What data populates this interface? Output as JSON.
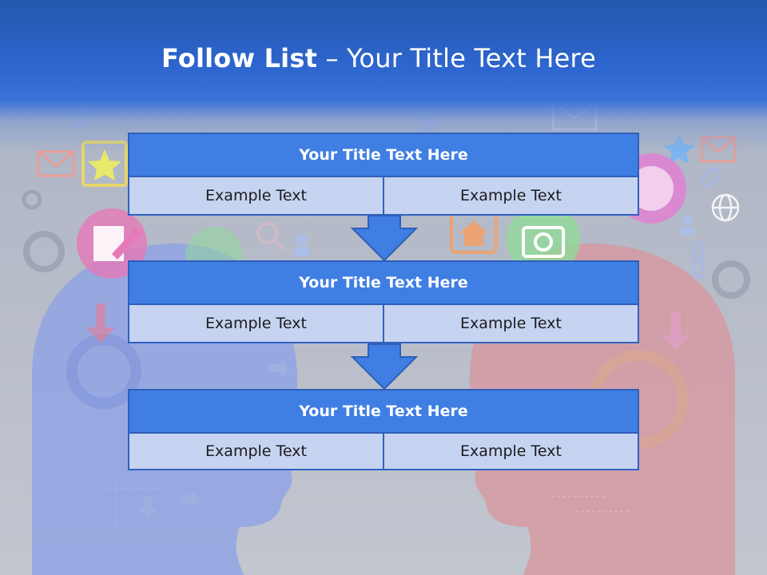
{
  "slide": {
    "title_bold": "Follow List",
    "title_rest": " – Your Title Text Here"
  },
  "list": [
    {
      "title": "Your Title Text Here",
      "left": "Example Text",
      "right": "Example Text"
    },
    {
      "title": "Your Title Text Here",
      "left": "Example Text",
      "right": "Example Text"
    },
    {
      "title": "Your Title Text Here",
      "left": "Example Text",
      "right": "Example Text"
    }
  ],
  "colors": {
    "header_blue": "#2e66cf",
    "block_title": "#3f7ee3",
    "block_cell": "#c6d3f1",
    "border": "#2f5fb8",
    "arrow": "#3f7ee3"
  },
  "icons": [
    "envelope-icon",
    "star-icon",
    "chain-link-icon",
    "pencil-note-icon",
    "gear-icon",
    "camera-icon",
    "home-icon",
    "globe-icon",
    "magnifier-icon",
    "people-icon",
    "headphones-icon",
    "arrow-icon"
  ]
}
